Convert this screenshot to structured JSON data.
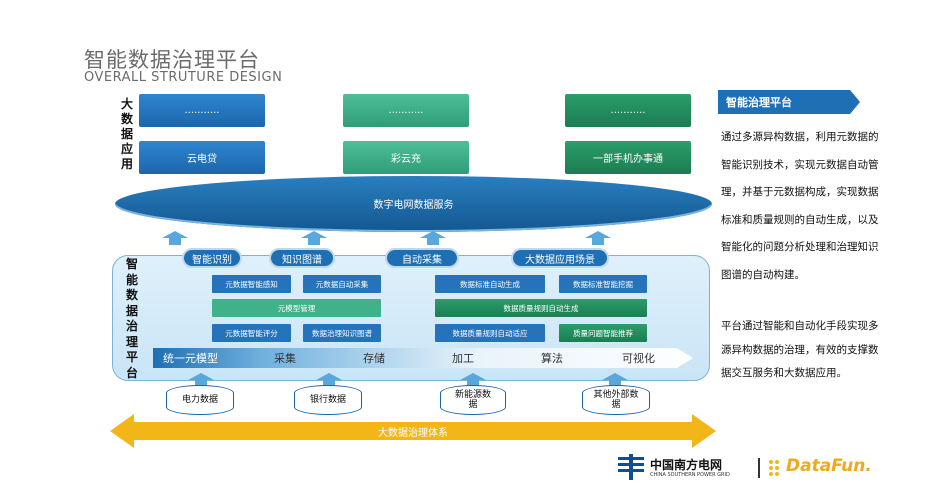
{
  "header": {
    "title": "智能数据治理平台",
    "subtitle": "OVERALL STRUTURE DESIGN"
  },
  "apps_section": {
    "label": "大数据应用",
    "top_row": [
      "...........",
      "...........",
      "..........."
    ],
    "bottom_row": [
      "云电贷",
      "彩云充",
      "一部手机办事通"
    ]
  },
  "service_layer": {
    "label": "数字电网数据服务"
  },
  "platform": {
    "label": "智能数据治理平台",
    "capabilities": [
      "智能识别",
      "知识图谱",
      "自动采集",
      "大数据应用场景"
    ],
    "modules": {
      "m1": "元数据智能感知",
      "m2": "元数据自动采集",
      "m3": "数据标准自动生成",
      "m4": "数据标准智能挖掘",
      "m5": "元模型管理",
      "m6": "数据质量规则自动生成",
      "m7": "元数据智能评分",
      "m8": "数据治理知识图谱",
      "m9": "数据质量规则自动适应",
      "m10": "质量问题智能推荐"
    },
    "chain": [
      "统一元模型",
      "采集",
      "存储",
      "加工",
      "算法",
      "可视化"
    ]
  },
  "sources": [
    "电力数据",
    "银行数据",
    "新能源数据",
    "其他外部数据"
  ],
  "bottom_bar": {
    "label": "大数据治理体系"
  },
  "sidebar": {
    "heading": "智能治理平台",
    "para1": "通过多源异构数据，利用元数据的智能识别技术，实现元数据自动管理，并基于元数据构成，实现数据标准和质量规则的自动生成，以及智能化的问题分析处理和治理知识图谱的自动构建。",
    "para2": "平台通过智能和自动化手段实现多源异构数据的治理，有效的支撑数据交互服务和大数据应用。"
  },
  "logos": {
    "csg": "中国南方电网",
    "csg_en": "CHINA SOUTHERN POWER GRID",
    "datafun": "DataFun."
  },
  "colors": {
    "primary": "#1f6fb4",
    "green": "#3fb28a",
    "arrow": "#f2b619"
  }
}
